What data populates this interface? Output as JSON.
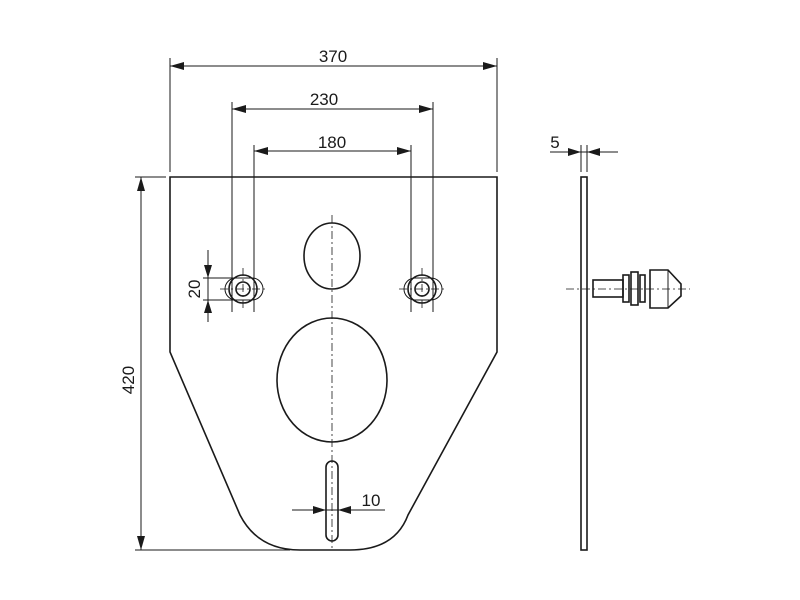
{
  "drawing": {
    "dimensions": {
      "overall_width": "370",
      "outer_hole_spacing": "230",
      "inner_hole_spacing": "180",
      "plate_thickness": "5",
      "mount_hole_height": "20",
      "plate_height": "420",
      "slot_width": "10"
    }
  }
}
